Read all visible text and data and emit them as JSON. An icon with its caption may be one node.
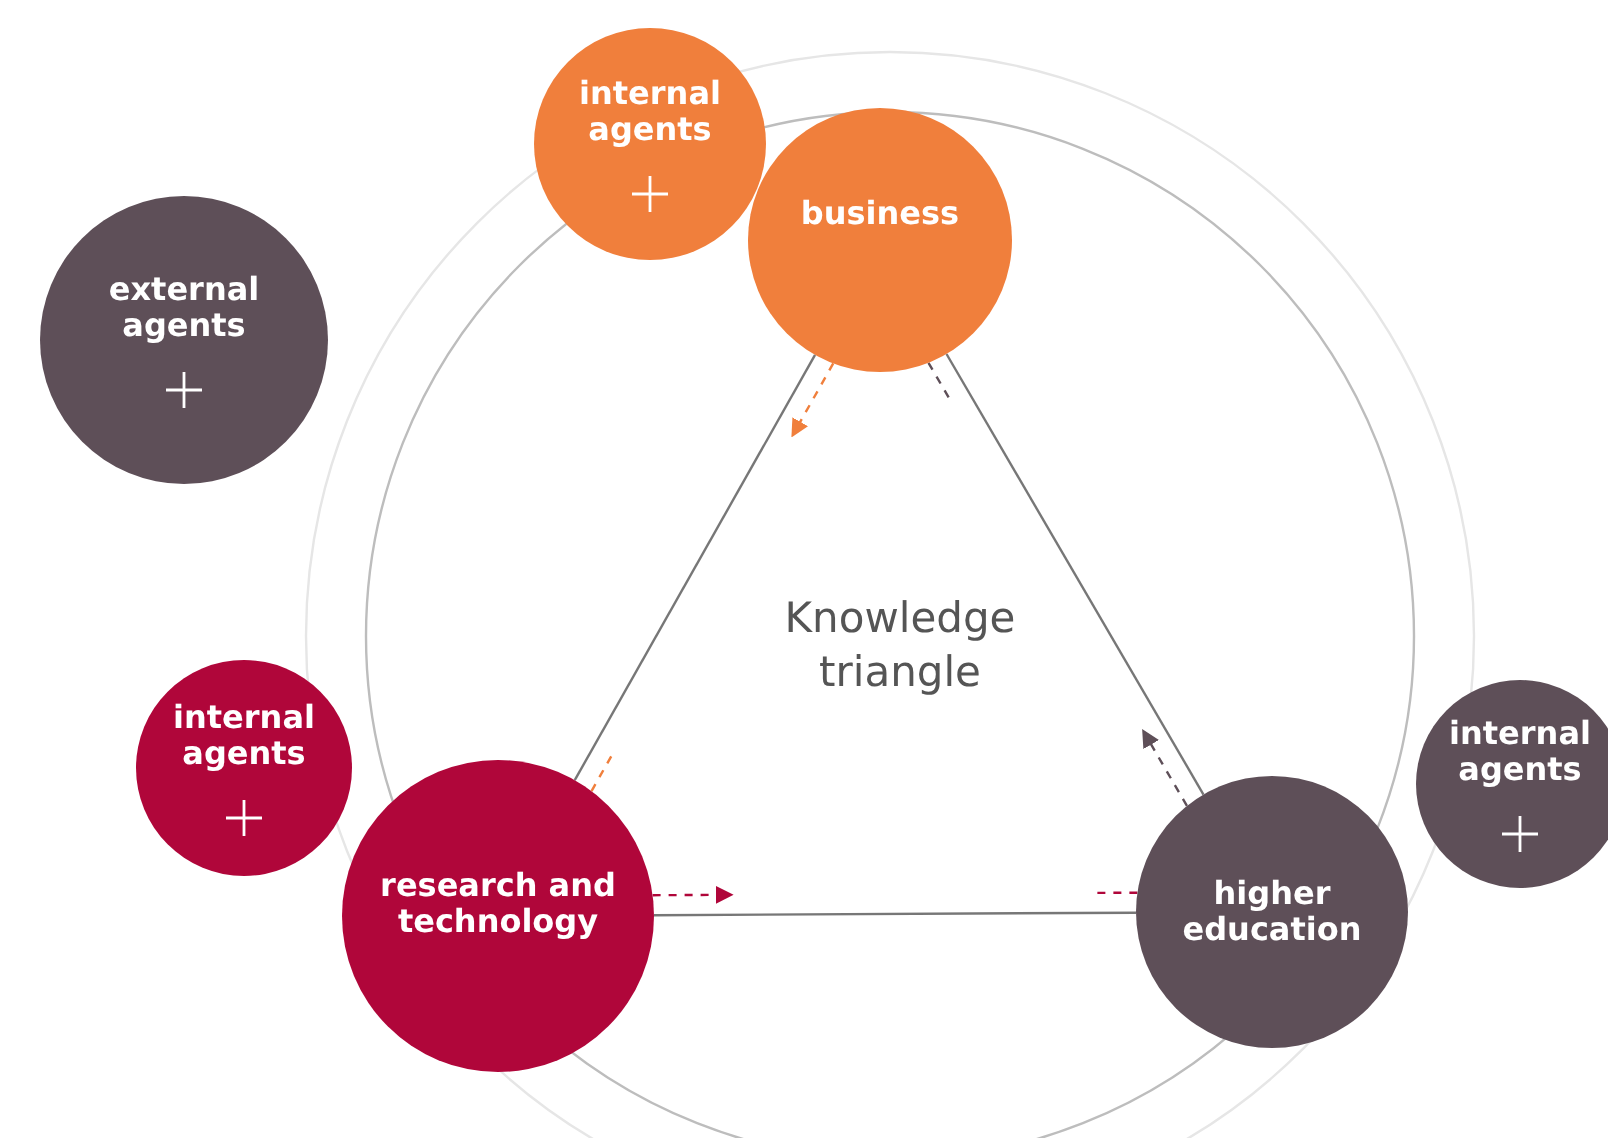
{
  "diagram": {
    "nodes": [
      {
        "text": [
          "external agents"
        ]
      },
      {
        "text": [
          "internal agents"
        ]
      },
      {
        "text": [
          "business"
        ]
      },
      {
        "text": [
          "internal agents"
        ]
      },
      {
        "text": [
          "research and technology"
        ]
      },
      {
        "text": [
          "higher education"
        ]
      },
      {
        "text": [
          "internal agents"
        ]
      }
    ],
    "edges": [
      {
        "from": 2,
        "to": 4,
        "arrow": "none"
      },
      {
        "from": 2,
        "to": 5,
        "arrow": "none"
      },
      {
        "from": 4,
        "to": 5,
        "arrow": "none"
      },
      {
        "from": 2,
        "to": null,
        "arrow": "to",
        "style": "dashed",
        "color": "#f07f3c"
      },
      {
        "from": 4,
        "to": null,
        "arrow": "none",
        "style": "dashed",
        "color": "#f07f3c"
      },
      {
        "from": 4,
        "to": null,
        "arrow": "to",
        "style": "dashed",
        "color": "#b0063a"
      },
      {
        "from": 5,
        "to": null,
        "arrow": "none",
        "style": "dashed",
        "color": "#b0063a"
      },
      {
        "from": 5,
        "to": null,
        "arrow": "to",
        "style": "dashed",
        "color": "#5e4f58"
      },
      {
        "from": 2,
        "to": null,
        "arrow": "none",
        "style": "dashed",
        "color": "#5e4f58"
      }
    ],
    "labels": [
      "Knowledge triangle"
    ]
  }
}
